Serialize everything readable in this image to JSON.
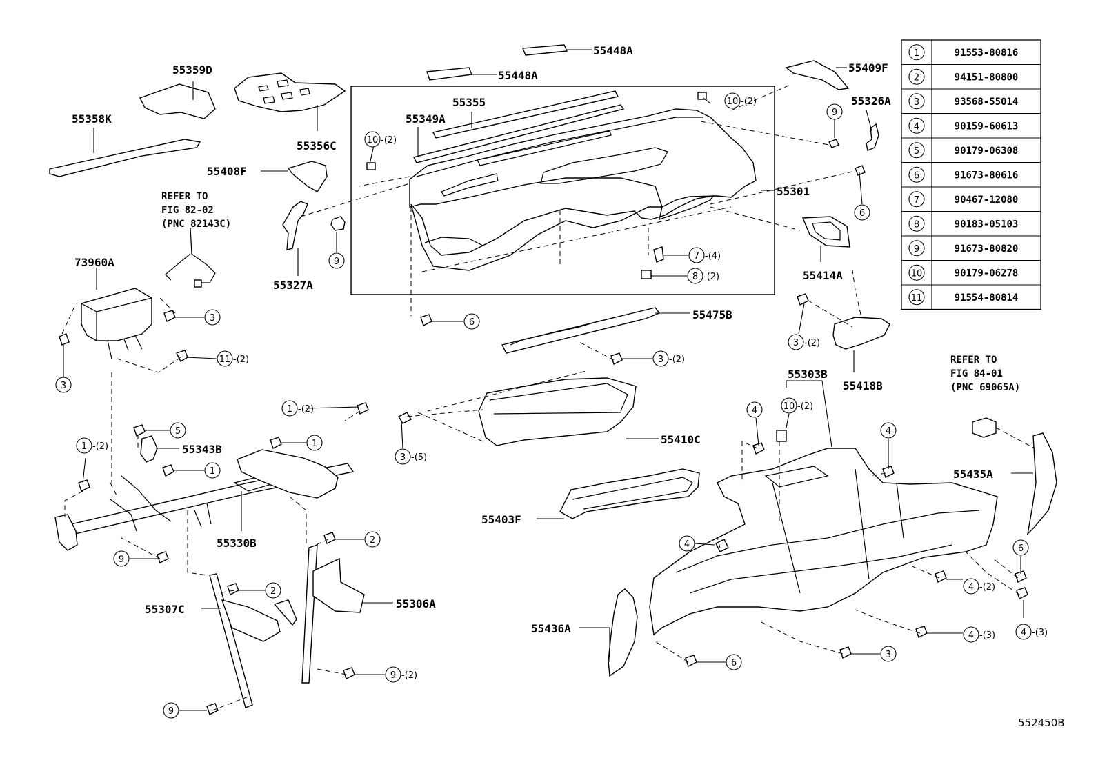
{
  "diagram_id": "552450B",
  "labels": {
    "l55448A_1": "55448A",
    "l55448A_2": "55448A",
    "l55359D": "55359D",
    "l55358K": "55358K",
    "l55356C": "55356C",
    "l55355": "55355",
    "l55349A": "55349A",
    "l55409F": "55409F",
    "l55326A": "55326A",
    "l55408F": "55408F",
    "l55301": "55301",
    "l55327A": "55327A",
    "l55414A": "55414A",
    "l73960A": "73960A",
    "l55475B": "55475B",
    "l55418B": "55418B",
    "l55303B": "55303B",
    "l55343B": "55343B",
    "l55410C": "55410C",
    "l55435A": "55435A",
    "l55330B": "55330B",
    "l55403F": "55403F",
    "l55307C": "55307C",
    "l55306A": "55306A",
    "l55436A": "55436A"
  },
  "refer_notes": {
    "note1": {
      "line1": "REFER TO",
      "line2": "FIG 82-02",
      "line3": "(PNC 82143C)"
    },
    "note2": {
      "line1": "REFER TO",
      "line2": "FIG 84-01",
      "line3": "(PNC 69065A)"
    }
  },
  "callouts": {
    "c10_top": {
      "num": "10",
      "qty": "-(2)"
    },
    "c10_left": {
      "num": "10",
      "qty": "-(2)"
    },
    "c9_right": {
      "num": "9",
      "qty": ""
    },
    "c6_right": {
      "num": "6",
      "qty": ""
    },
    "c9_mid": {
      "num": "9",
      "qty": ""
    },
    "c7": {
      "num": "7",
      "qty": "-(4)"
    },
    "c8": {
      "num": "8",
      "qty": "-(2)"
    },
    "c3_a": {
      "num": "3",
      "qty": ""
    },
    "c3_b": {
      "num": "3",
      "qty": ""
    },
    "c6_a": {
      "num": "6",
      "qty": ""
    },
    "c11": {
      "num": "11",
      "qty": "-(2)"
    },
    "c3_c": {
      "num": "3",
      "qty": "-(2)"
    },
    "c3_d": {
      "num": "3",
      "qty": "-(2)"
    },
    "c1_a": {
      "num": "1",
      "qty": "-(2)"
    },
    "c5": {
      "num": "5",
      "qty": ""
    },
    "c1_b": {
      "num": "1",
      "qty": ""
    },
    "c1_c": {
      "num": "1",
      "qty": "-(2)"
    },
    "c1_d": {
      "num": "1",
      "qty": ""
    },
    "c3_e": {
      "num": "3",
      "qty": "-(5)"
    },
    "c10_b": {
      "num": "10",
      "qty": "-(2)"
    },
    "c4_a": {
      "num": "4",
      "qty": ""
    },
    "c4_b": {
      "num": "4",
      "qty": ""
    },
    "c9_a": {
      "num": "9",
      "qty": ""
    },
    "c2_a": {
      "num": "2",
      "qty": ""
    },
    "c4_c": {
      "num": "4",
      "qty": ""
    },
    "c6_b": {
      "num": "6",
      "qty": ""
    },
    "c2_b": {
      "num": "2",
      "qty": ""
    },
    "c4_d": {
      "num": "4",
      "qty": "-(2)"
    },
    "c4_e": {
      "num": "4",
      "qty": "-(3)"
    },
    "c4_f": {
      "num": "4",
      "qty": "-(3)"
    },
    "c9_b": {
      "num": "9",
      "qty": "-(2)"
    },
    "c6_c": {
      "num": "6",
      "qty": ""
    },
    "c3_f": {
      "num": "3",
      "qty": ""
    },
    "c9_c": {
      "num": "9",
      "qty": ""
    }
  },
  "parts_table": [
    {
      "num": "1",
      "part": "91553-80816"
    },
    {
      "num": "2",
      "part": "94151-80800"
    },
    {
      "num": "3",
      "part": "93568-55014"
    },
    {
      "num": "4",
      "part": "90159-60613"
    },
    {
      "num": "5",
      "part": "90179-06308"
    },
    {
      "num": "6",
      "part": "91673-80616"
    },
    {
      "num": "7",
      "part": "90467-12080"
    },
    {
      "num": "8",
      "part": "90183-05103"
    },
    {
      "num": "9",
      "part": "91673-80820"
    },
    {
      "num": "10",
      "part": "90179-06278"
    },
    {
      "num": "11",
      "part": "91554-80814"
    }
  ]
}
